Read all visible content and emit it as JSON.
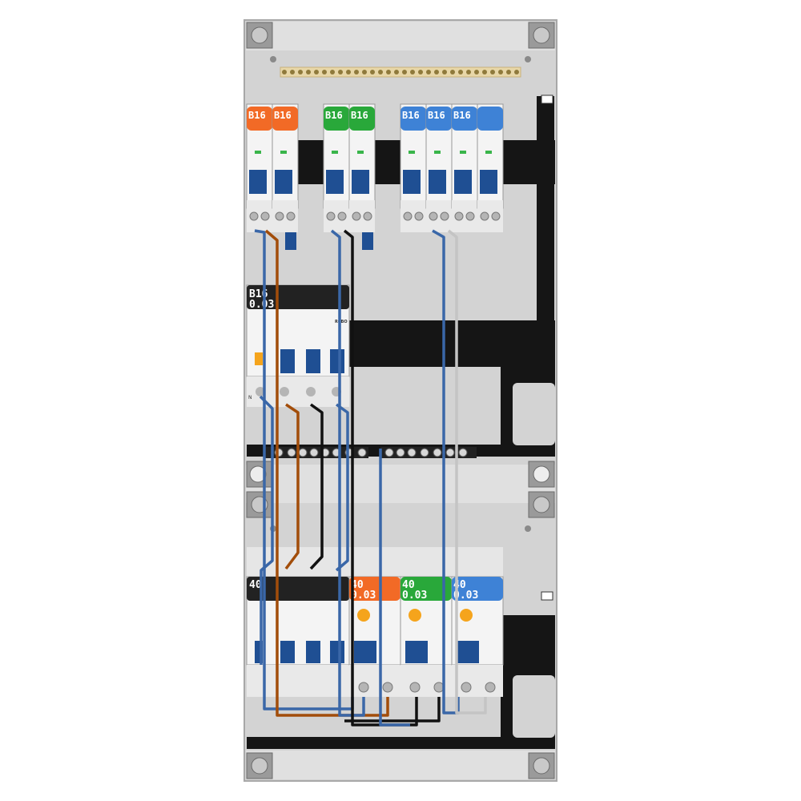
{
  "breakers_top": [
    {
      "label": "B16",
      "color": "#f26a26"
    },
    {
      "label": "B16",
      "color": "#f26a26"
    },
    {
      "label": "B16",
      "color": "#29a83a"
    },
    {
      "label": "B16",
      "color": "#29a83a"
    },
    {
      "label": "B16",
      "color": "#3e82d6"
    },
    {
      "label": "B16",
      "color": "#3e82d6"
    },
    {
      "label": "B16",
      "color": "#3e82d6"
    },
    {
      "label": "",
      "color": "#3e82d6"
    }
  ],
  "rcbo": {
    "line1": "B16",
    "line2": "0.03",
    "brand": "RCBO",
    "n_mark": "N"
  },
  "main_switch": {
    "label": "40"
  },
  "rcds_bottom": [
    {
      "line1": "40",
      "line2": "0.03",
      "color": "#f26a26"
    },
    {
      "line1": "40",
      "line2": "0.03",
      "color": "#29a83a"
    },
    {
      "line1": "40",
      "line2": "0.03",
      "color": "#3e82d6"
    }
  ],
  "colors": {
    "wire_blue": "#3a67a8",
    "wire_brown": "#a24d0a",
    "wire_black": "#111111",
    "wire_grey": "#c4c4c4",
    "handle_blue": "#1f4f93",
    "rail": "#151515",
    "panel": "#d6d6d6"
  }
}
